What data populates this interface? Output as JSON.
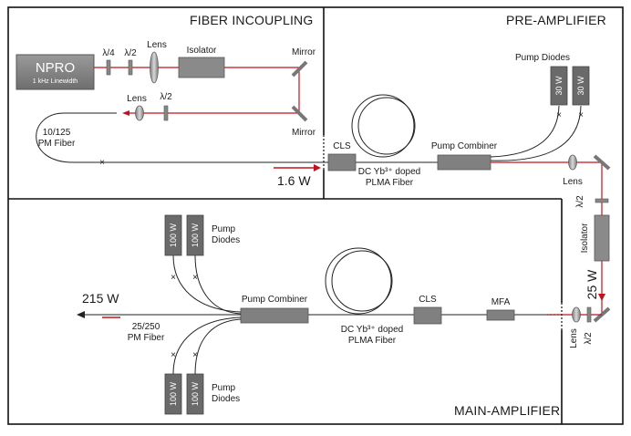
{
  "sections": {
    "fiber_incoupling": "FIBER INCOUPLING",
    "pre_amplifier": "PRE-AMPLIFIER",
    "main_amplifier": "MAIN-AMPLIFIER"
  },
  "incoupling": {
    "npro_title": "NPRO",
    "npro_subtitle": "1 kHz Linewidth",
    "quarter_wave": "λ/4",
    "half_wave": "λ/2",
    "lens": "Lens",
    "isolator": "Isolator",
    "mirror_top": "Mirror",
    "mirror_bottom": "Mirror",
    "lens_lower": "Lens",
    "half_wave_lower": "λ/2",
    "fiber_line1": "10/125",
    "fiber_line2": "PM Fiber",
    "output_power": "1.6 W"
  },
  "pre_amp": {
    "cls": "CLS",
    "fiber_line1": "DC Yb³⁺ doped",
    "fiber_line2": "PLMA Fiber",
    "pump_combiner": "Pump Combiner",
    "pump_diodes": "Pump Diodes",
    "diode_left": "30 W",
    "diode_right": "30 W",
    "lens": "Lens",
    "half_wave": "λ/2",
    "isolator": "Isolator",
    "power": "25 W"
  },
  "main_amp": {
    "output_power": "215 W",
    "fiber_line1": "25/250",
    "fiber_line2": "PM Fiber",
    "pump_combiner": "Pump Combiner",
    "pump_diodes_top_1": "Pump",
    "pump_diodes_top_2": "Diodes",
    "pump_diodes_bottom_1": "Pump",
    "pump_diodes_bottom_2": "Diodes",
    "diode_top_left": "100 W",
    "diode_top_right": "100 W",
    "diode_bottom_left": "100 W",
    "diode_bottom_right": "100 W",
    "fiber_doped_line1": "DC Yb³⁺ doped",
    "fiber_doped_line2": "PLMA Fiber",
    "cls": "CLS",
    "mfa": "MFA",
    "lens": "Lens",
    "half_wave": "λ/2"
  },
  "colors": {
    "beam": "#c0141c",
    "component_fill": "#808080",
    "component_dark": "#5f5f5f",
    "frame": "#111111"
  }
}
